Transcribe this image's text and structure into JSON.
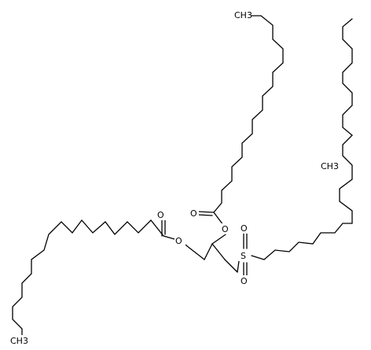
{
  "diagram": {
    "type": "skeletal-structure",
    "labels": {
      "o_ester_left_carbonyl": "O",
      "o_ester_left_link": "O",
      "o_ester_mid_carbonyl": "O",
      "o_ester_mid_link": "O",
      "s_sulfonyl": "S",
      "o_sulfonyl_top": "O",
      "o_sulfonyl_bottom": "O",
      "ch3_top": "CH3",
      "ch3_right": "CH3",
      "ch3_left": "CH3"
    }
  }
}
